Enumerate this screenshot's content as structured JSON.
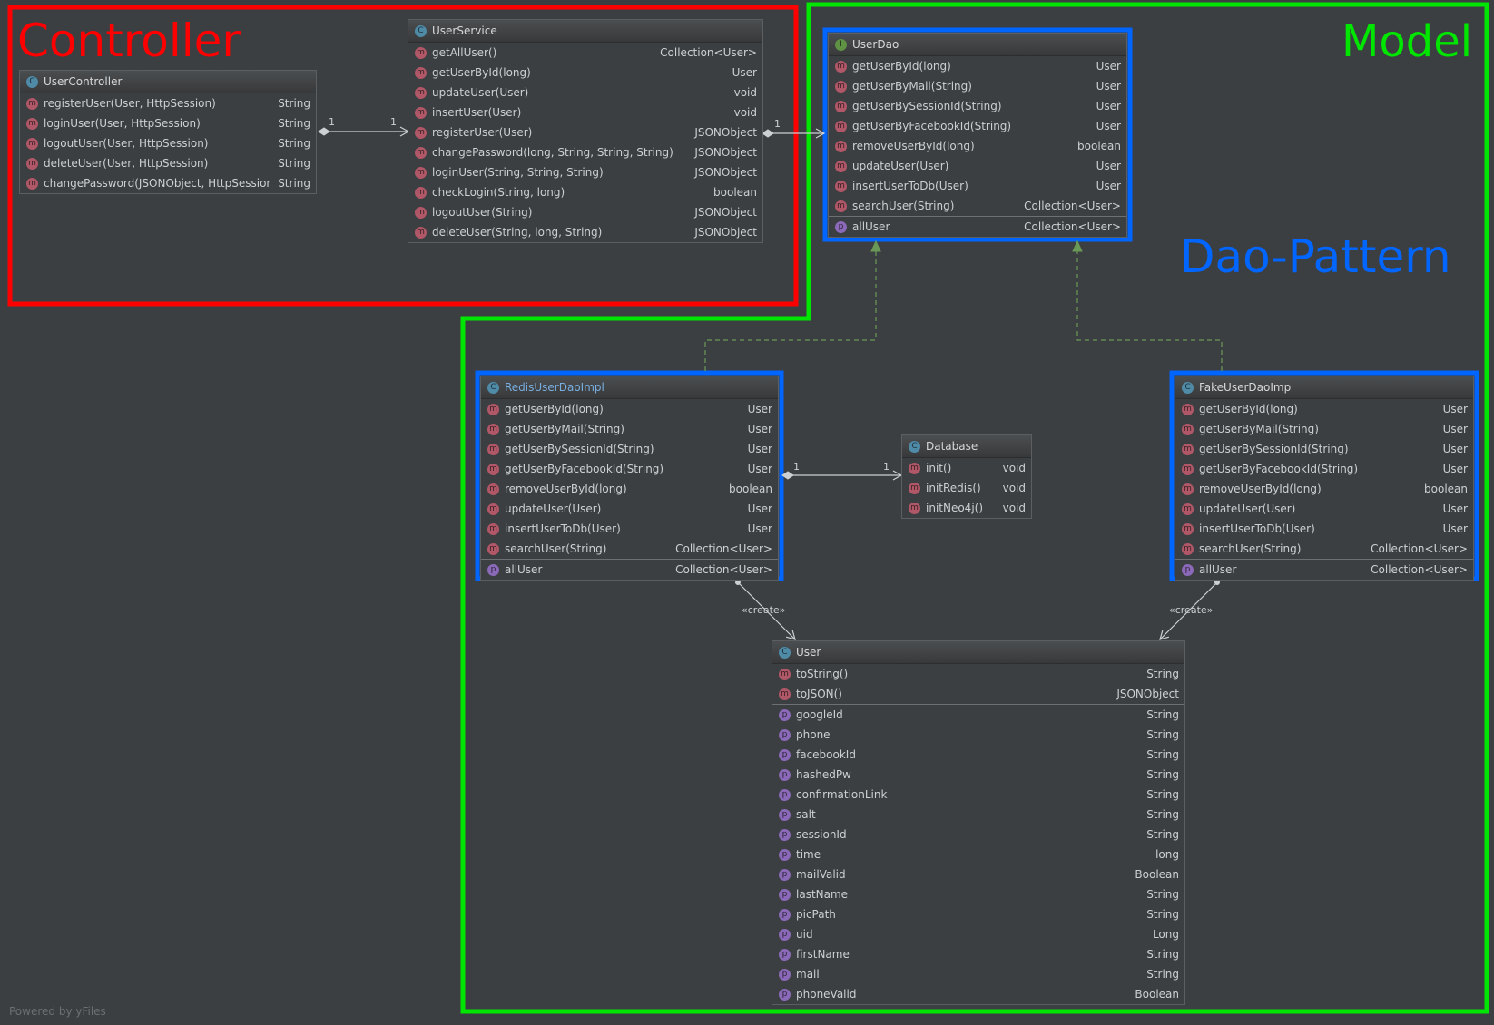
{
  "regions": {
    "controller": {
      "label": "Controller",
      "color": "#ff0000"
    },
    "model": {
      "label": "Model",
      "color": "#00e600"
    },
    "dao_pattern": {
      "label": "Dao-Pattern",
      "color": "#0066ff"
    }
  },
  "colors": {
    "background": "#3c3f41",
    "method_icon": "#b05768",
    "property_icon": "#8a6ab8",
    "class_icon": "#4f8aa7",
    "interface_icon": "#5f9245"
  },
  "classes": {
    "user_controller": {
      "name": "UserController",
      "kind": "class",
      "methods": [
        {
          "name": "registerUser(User, HttpSession)",
          "type": "String"
        },
        {
          "name": "loginUser(User, HttpSession)",
          "type": "String"
        },
        {
          "name": "logoutUser(User, HttpSession)",
          "type": "String"
        },
        {
          "name": "deleteUser(User, HttpSession)",
          "type": "String"
        },
        {
          "name": "changePassword(JSONObject, HttpSession)",
          "type": "String"
        }
      ],
      "properties": []
    },
    "user_service": {
      "name": "UserService",
      "kind": "class",
      "methods": [
        {
          "name": "getAllUser()",
          "type": "Collection<User>"
        },
        {
          "name": "getUserById(long)",
          "type": "User"
        },
        {
          "name": "updateUser(User)",
          "type": "void"
        },
        {
          "name": "insertUser(User)",
          "type": "void"
        },
        {
          "name": "registerUser(User)",
          "type": "JSONObject"
        },
        {
          "name": "changePassword(long, String, String, String)",
          "type": "JSONObject"
        },
        {
          "name": "loginUser(String, String, String)",
          "type": "JSONObject"
        },
        {
          "name": "checkLogin(String, long)",
          "type": "boolean"
        },
        {
          "name": "logoutUser(String)",
          "type": "JSONObject"
        },
        {
          "name": "deleteUser(String, long, String)",
          "type": "JSONObject"
        }
      ],
      "properties": []
    },
    "user_dao": {
      "name": "UserDao",
      "kind": "interface",
      "methods": [
        {
          "name": "getUserById(long)",
          "type": "User"
        },
        {
          "name": "getUserByMail(String)",
          "type": "User"
        },
        {
          "name": "getUserBySessionId(String)",
          "type": "User"
        },
        {
          "name": "getUserByFacebookId(String)",
          "type": "User"
        },
        {
          "name": "removeUserById(long)",
          "type": "boolean"
        },
        {
          "name": "updateUser(User)",
          "type": "User"
        },
        {
          "name": "insertUserToDb(User)",
          "type": "User"
        },
        {
          "name": "searchUser(String)",
          "type": "Collection<User>"
        }
      ],
      "properties": [
        {
          "name": "allUser",
          "type": "Collection<User>"
        }
      ]
    },
    "redis_user_dao_impl": {
      "name": "RedisUserDaoImpl",
      "kind": "class",
      "methods": [
        {
          "name": "getUserById(long)",
          "type": "User"
        },
        {
          "name": "getUserByMail(String)",
          "type": "User"
        },
        {
          "name": "getUserBySessionId(String)",
          "type": "User"
        },
        {
          "name": "getUserByFacebookId(String)",
          "type": "User"
        },
        {
          "name": "removeUserById(long)",
          "type": "boolean"
        },
        {
          "name": "updateUser(User)",
          "type": "User"
        },
        {
          "name": "insertUserToDb(User)",
          "type": "User"
        },
        {
          "name": "searchUser(String)",
          "type": "Collection<User>"
        }
      ],
      "properties": [
        {
          "name": "allUser",
          "type": "Collection<User>"
        }
      ]
    },
    "database": {
      "name": "Database",
      "kind": "class",
      "methods": [
        {
          "name": "init()",
          "type": "void"
        },
        {
          "name": "initRedis()",
          "type": "void"
        },
        {
          "name": "initNeo4j()",
          "type": "void"
        }
      ],
      "properties": []
    },
    "fake_user_dao_imp": {
      "name": "FakeUserDaoImp",
      "kind": "class",
      "methods": [
        {
          "name": "getUserById(long)",
          "type": "User"
        },
        {
          "name": "getUserByMail(String)",
          "type": "User"
        },
        {
          "name": "getUserBySessionId(String)",
          "type": "User"
        },
        {
          "name": "getUserByFacebookId(String)",
          "type": "User"
        },
        {
          "name": "removeUserById(long)",
          "type": "boolean"
        },
        {
          "name": "updateUser(User)",
          "type": "User"
        },
        {
          "name": "insertUserToDb(User)",
          "type": "User"
        },
        {
          "name": "searchUser(String)",
          "type": "Collection<User>"
        }
      ],
      "properties": [
        {
          "name": "allUser",
          "type": "Collection<User>"
        }
      ]
    },
    "user": {
      "name": "User",
      "kind": "class",
      "methods": [
        {
          "name": "toString()",
          "type": "String"
        },
        {
          "name": "toJSON()",
          "type": "JSONObject"
        }
      ],
      "properties": [
        {
          "name": "googleId",
          "type": "String"
        },
        {
          "name": "phone",
          "type": "String"
        },
        {
          "name": "facebookId",
          "type": "String"
        },
        {
          "name": "hashedPw",
          "type": "String"
        },
        {
          "name": "confirmationLink",
          "type": "String"
        },
        {
          "name": "salt",
          "type": "String"
        },
        {
          "name": "sessionId",
          "type": "String"
        },
        {
          "name": "time",
          "type": "long"
        },
        {
          "name": "mailValid",
          "type": "Boolean"
        },
        {
          "name": "lastName",
          "type": "String"
        },
        {
          "name": "picPath",
          "type": "String"
        },
        {
          "name": "uid",
          "type": "Long"
        },
        {
          "name": "firstName",
          "type": "String"
        },
        {
          "name": "mail",
          "type": "String"
        },
        {
          "name": "phoneValid",
          "type": "Boolean"
        }
      ]
    }
  },
  "edges": {
    "controller_service": {
      "source_mult": "1",
      "target_mult": "1"
    },
    "service_dao": {
      "source_mult": "1"
    },
    "redis_database": {
      "source_mult": "1",
      "target_mult": "1"
    },
    "redis_user_create": {
      "label": "«create»"
    },
    "fake_user_create": {
      "label": "«create»"
    }
  },
  "footer": "Powered by yFiles"
}
